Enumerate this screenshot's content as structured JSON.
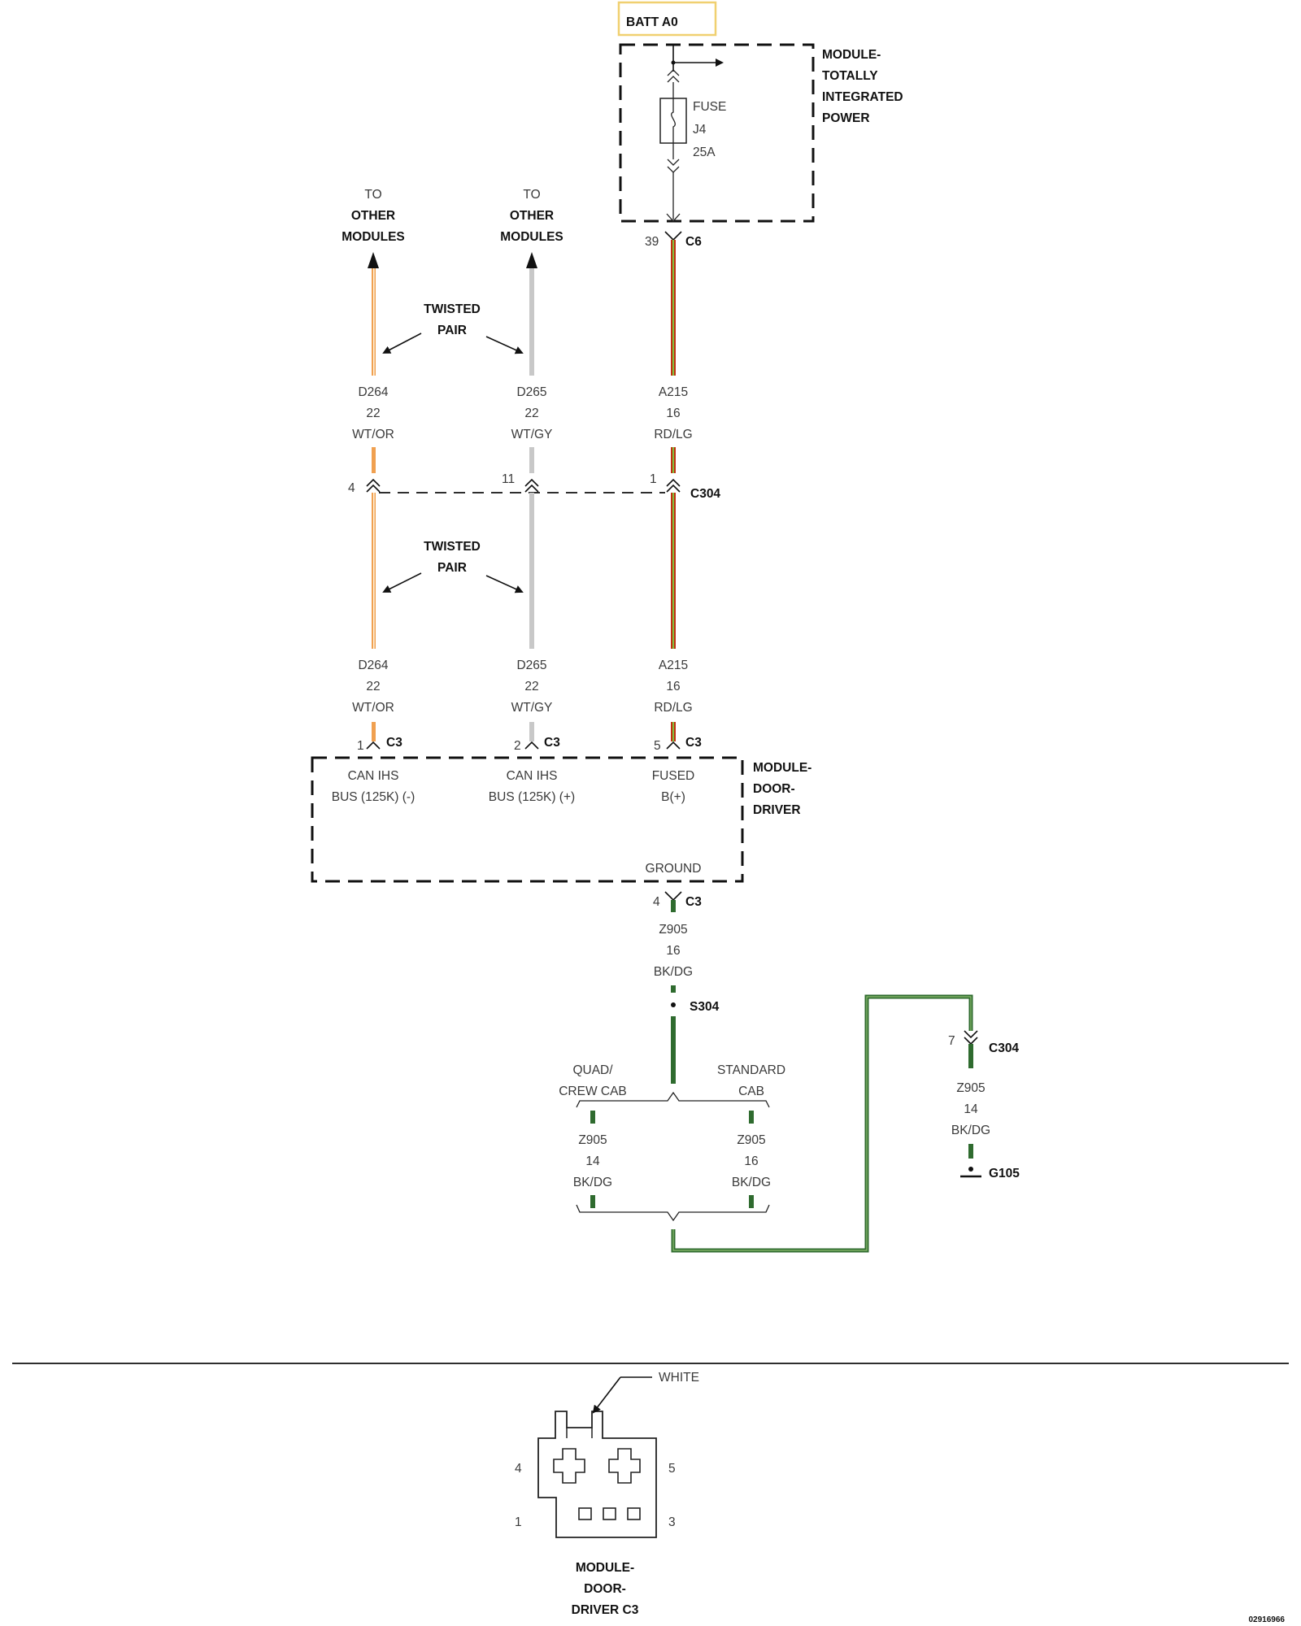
{
  "batt": {
    "label": "BATT A0"
  },
  "tipm": {
    "name": [
      "MODULE-",
      "TOTALLY",
      "INTEGRATED",
      "POWER"
    ],
    "fuse": [
      "FUSE",
      "J4",
      "25A"
    ]
  },
  "to_other_left": [
    "TO",
    "OTHER",
    "MODULES"
  ],
  "to_other_right": [
    "TO",
    "OTHER",
    "MODULES"
  ],
  "twisted_pair": [
    "TWISTED",
    "PAIR"
  ],
  "c6": {
    "pin": "39",
    "label": "C6"
  },
  "wires": {
    "d264": {
      "circuit": "D264",
      "gauge": "22",
      "color": "WT/OR"
    },
    "d265": {
      "circuit": "D265",
      "gauge": "22",
      "color": "WT/GY"
    },
    "a215": {
      "circuit": "A215",
      "gauge": "16",
      "color": "RD/LG"
    },
    "z905_16": {
      "circuit": "Z905",
      "gauge": "16",
      "color": "BK/DG"
    },
    "z905_14": {
      "circuit": "Z905",
      "gauge": "14",
      "color": "BK/DG"
    }
  },
  "c304": {
    "label": "C304",
    "pins": [
      "4",
      "11",
      "1"
    ],
    "ground_pin": "7"
  },
  "c3": {
    "label": "C3",
    "pins": [
      "1",
      "2",
      "5"
    ],
    "ground_pin": "4"
  },
  "door_module": {
    "name": [
      "MODULE-",
      "DOOR-",
      "DRIVER"
    ],
    "pin_labels": [
      [
        "CAN IHS",
        "BUS (125K) (-)"
      ],
      [
        "CAN IHS",
        "BUS (125K) (+)"
      ],
      [
        "FUSED",
        "B(+)"
      ]
    ],
    "ground": "GROUND"
  },
  "splice": {
    "label": "S304"
  },
  "options": {
    "left": [
      "QUAD/",
      "CREW CAB"
    ],
    "right": [
      "STANDARD",
      "CAB"
    ]
  },
  "ground_point": {
    "label": "G105"
  },
  "connector_view": {
    "callout": "WHITE",
    "pins": [
      "4",
      "5",
      "1",
      "3"
    ],
    "title": [
      "MODULE-",
      "DOOR-",
      "DRIVER C3"
    ]
  },
  "figure_id": "02916966",
  "colors": {
    "orange": "#f0a050",
    "gray": "#c8c8c8",
    "red": "#c03010",
    "lightgreen": "#80c040",
    "darkgreen": "#2f6b2f",
    "batt_box": "#f0d070"
  }
}
